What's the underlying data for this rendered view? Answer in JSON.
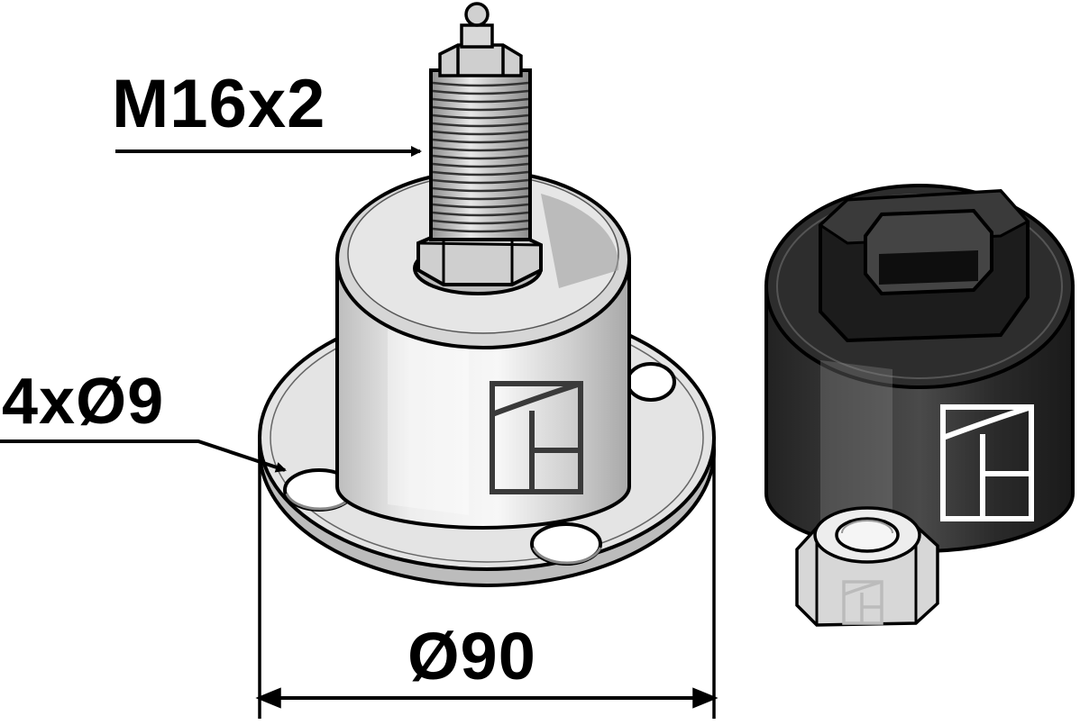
{
  "labels": {
    "thread": "M16x2",
    "holes": "4xØ9",
    "diameter": "Ø90"
  },
  "colors": {
    "outline": "#000000",
    "metal_light": "#e6e6e6",
    "metal_mid": "#cfcfcf",
    "metal_dark": "#9a9a9a",
    "rubber": "#2b2b2b",
    "rubber_dark": "#161616",
    "logo_on_metal": "#3a3a3a",
    "logo_on_rubber": "#ffffff"
  },
  "icons": [
    "brand-logo-icon"
  ]
}
